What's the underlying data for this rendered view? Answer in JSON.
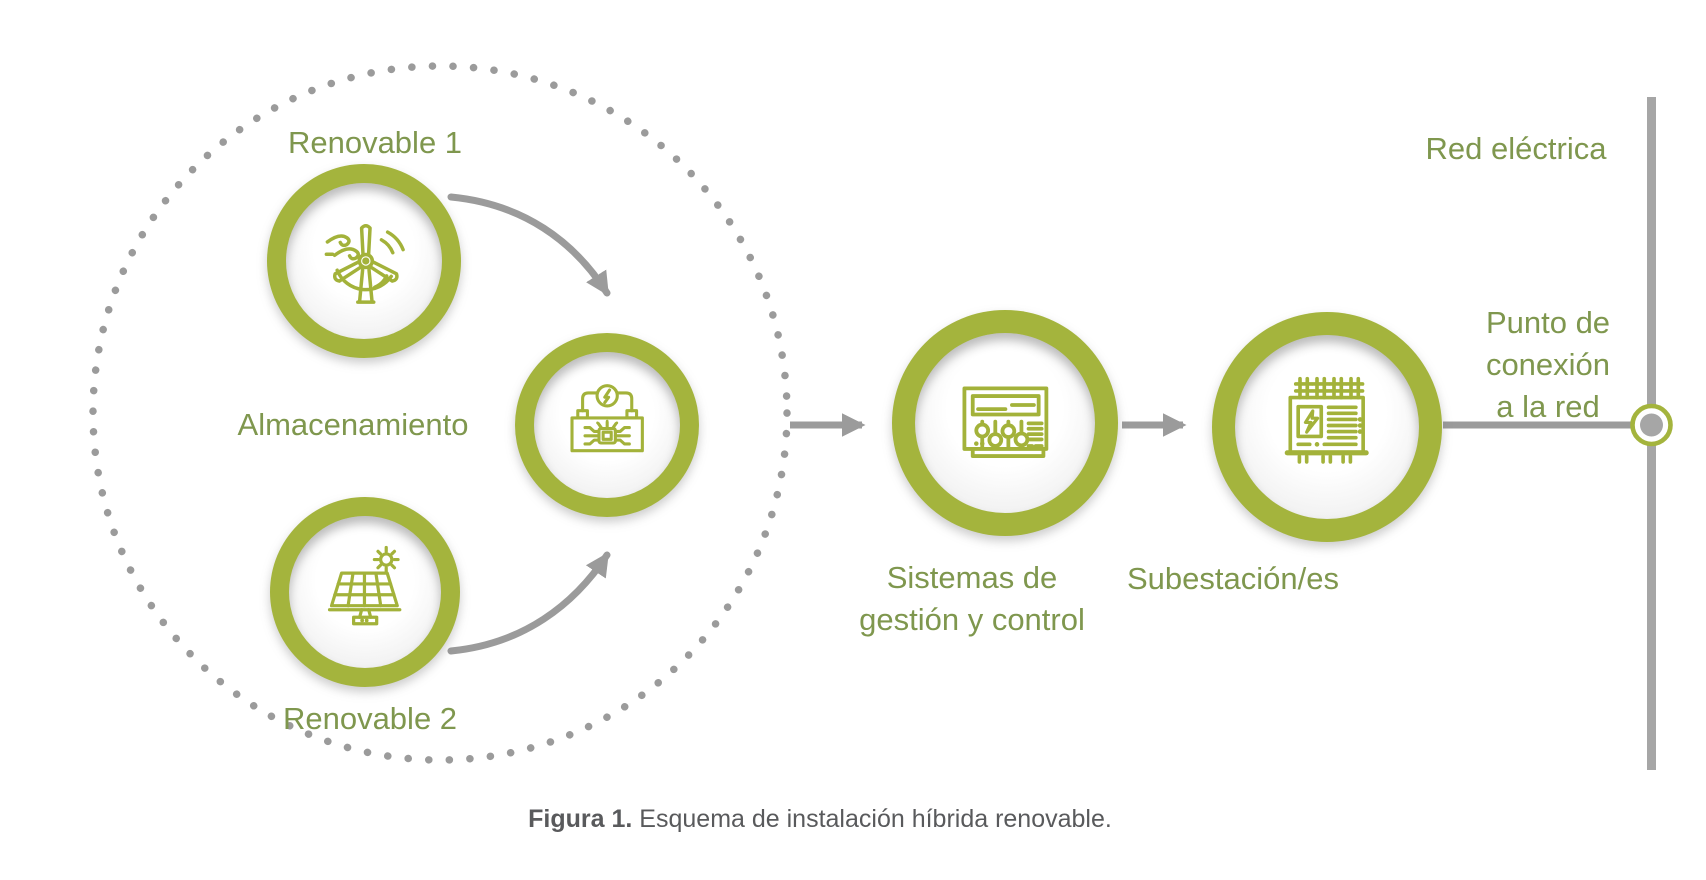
{
  "colors": {
    "accent_green": "#a4b43d",
    "icon_green": "#a3b23a",
    "label_green": "#7f974e",
    "connector_gray": "#9b9b9b",
    "grid_bar_gray": "#a6a6a6",
    "caption_gray": "#595a5c"
  },
  "nodes": {
    "renewable1": {
      "label": "Renovable 1",
      "icon": "wind-turbine-icon"
    },
    "storage": {
      "label": "Almacenamiento",
      "icon": "battery-storage-icon"
    },
    "renewable2": {
      "label": "Renovable 2",
      "icon": "solar-panel-icon"
    },
    "control": {
      "label": "Sistemas de\ngestión y control",
      "icon": "control-panel-icon"
    },
    "substation": {
      "label": "Subestación/es",
      "icon": "transformer-icon"
    }
  },
  "grid": {
    "label": "Red eléctrica"
  },
  "connection_point": {
    "label": "Punto de\nconexión\na la red"
  },
  "caption": {
    "prefix": "Figura 1.",
    "text": "Esquema de instalación híbrida renovable."
  }
}
